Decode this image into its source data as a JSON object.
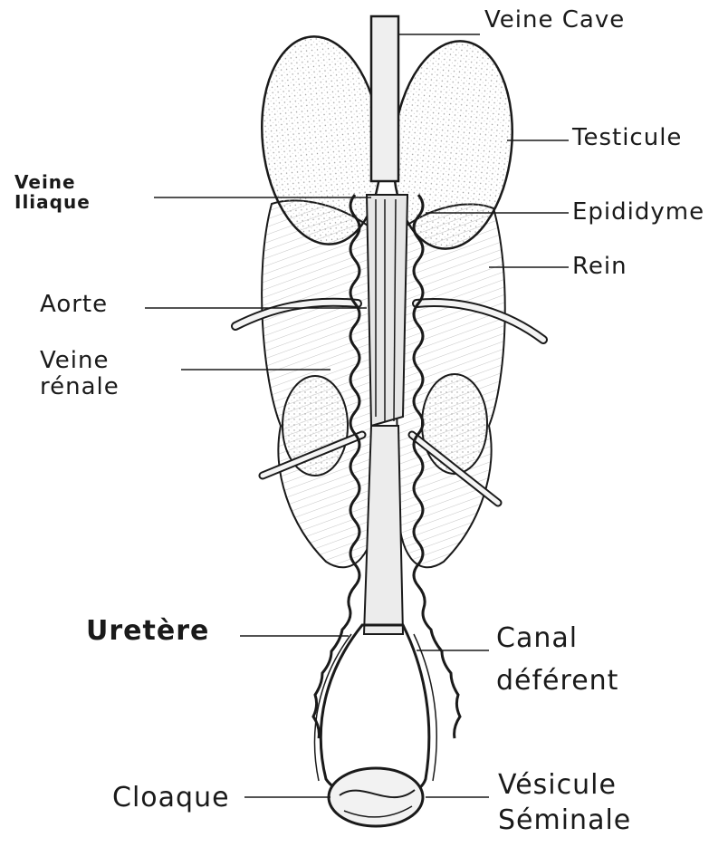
{
  "labels": {
    "veine_cave": "Veine Cave",
    "testicule": "Testicule",
    "veine_iliaque": [
      "Veine",
      "Iliaque"
    ],
    "epididyme": "Epididyme",
    "rein": "Rein",
    "aorte": "Aorte",
    "veine_renale": [
      "Veine",
      "rénale"
    ],
    "uretere": "Uretère",
    "canal_deferent": [
      "Canal",
      "déférent"
    ],
    "cloaque": "Cloaque",
    "vesicule_seminale": [
      "Vésicule",
      "Séminale"
    ]
  },
  "colors": {
    "ink": "#1a1a1a",
    "shade": "#b8b8b8",
    "background": "#ffffff"
  }
}
